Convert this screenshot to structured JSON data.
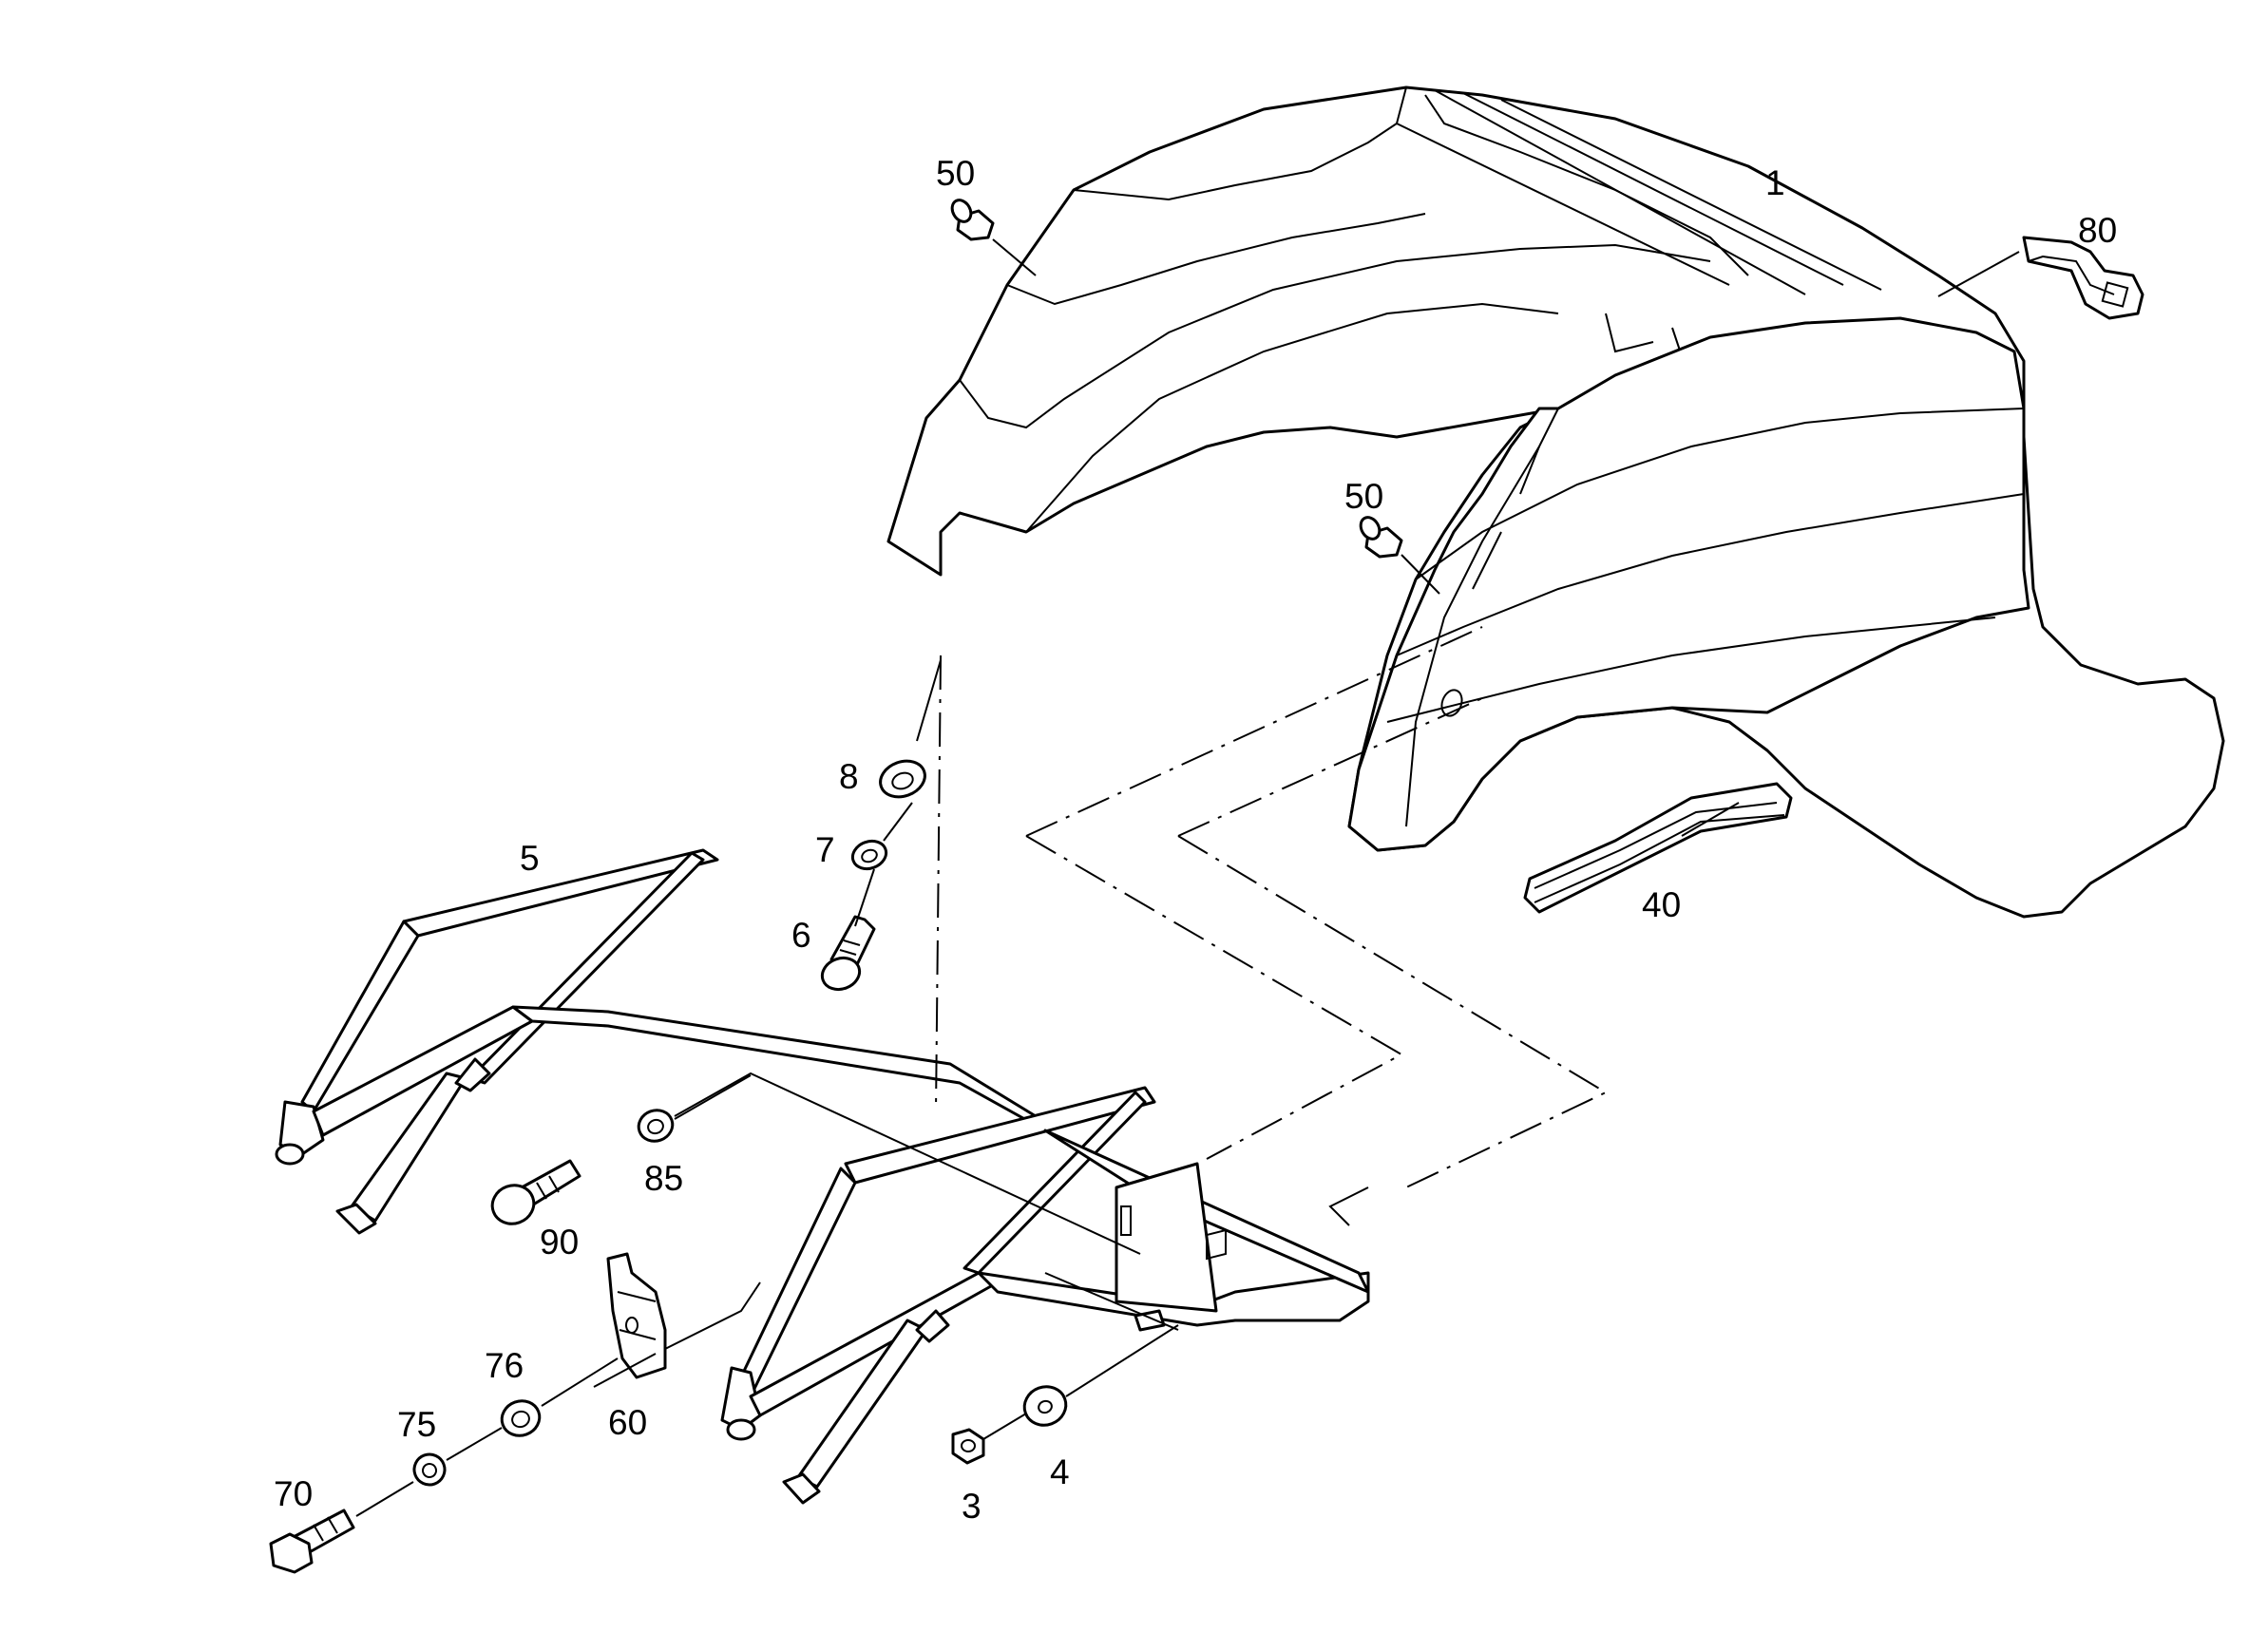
{
  "callouts": {
    "c1": "1",
    "c80": "80",
    "c50a": "50",
    "c50b": "50",
    "c40": "40",
    "c8": "8",
    "c7": "7",
    "c6": "6",
    "c5": "5",
    "c85": "85",
    "c90": "90",
    "c76": "76",
    "c60": "60",
    "c75": "75",
    "c70": "70",
    "c3": "3",
    "c4": "4"
  }
}
